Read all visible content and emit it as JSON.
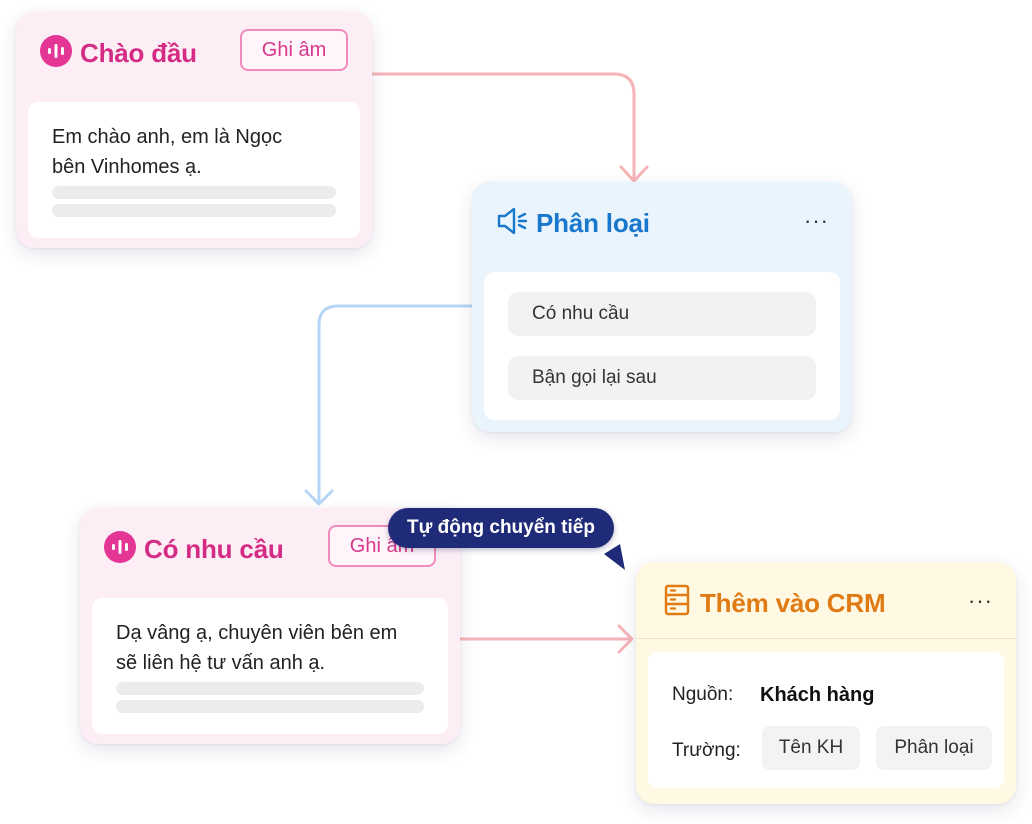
{
  "colors": {
    "pink_accent": "#e33695",
    "blue_accent": "#1a78cc",
    "orange_accent": "#e07a12",
    "tooltip_bg": "#1f2a78",
    "pink_connector": "#f6b3b8",
    "blue_connector": "#b7d6f7"
  },
  "greeting": {
    "title": "Chào đầu",
    "record_label": "Ghi âm",
    "message_line1": "Em chào anh, em là Ngọc",
    "message_line2": "bên Vinhomes ạ.",
    "icon": "audio-wave-icon"
  },
  "classify": {
    "title": "Phân loại",
    "more": "···",
    "options": [
      "Có nhu cầu",
      "Bận gọi lại sau"
    ],
    "icon": "speaker-icon"
  },
  "interested": {
    "title": "Có nhu cầu",
    "record_label": "Ghi âm",
    "message_line1": "Dạ vâng ạ, chuyên viên bên em",
    "message_line2": "sẽ liên hệ tư vấn anh ạ.",
    "icon": "audio-wave-icon"
  },
  "crm": {
    "title": "Thêm vào CRM",
    "more": "···",
    "source_label": "Nguồn:",
    "source_value": "Khách hàng",
    "fields_label": "Trường:",
    "fields": [
      "Tên KH",
      "Phân loại"
    ],
    "icon": "database-icon"
  },
  "tooltip": {
    "label": "Tự động chuyển tiếp",
    "icon": "cursor-pointer-icon"
  }
}
